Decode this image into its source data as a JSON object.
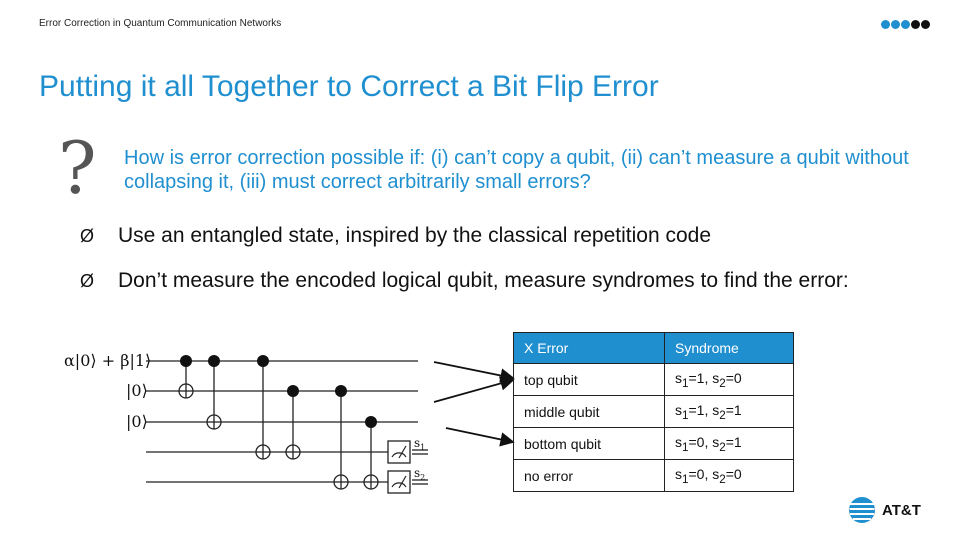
{
  "header": {
    "text": "Error Correction in Quantum Communication Networks"
  },
  "brand": {
    "dot_colors": [
      "#1f8fd0",
      "#1f8fd0",
      "#1f8fd0",
      "#111111",
      "#111111"
    ],
    "logo_text": "AT&T",
    "accent": "#1f8fd0"
  },
  "slide": {
    "title": "Putting it all Together to Correct a Bit Flip Error",
    "question_mark": "?",
    "question": "How is error correction possible if: (i) can’t copy a qubit, (ii) can’t measure a qubit without collapsing it, (iii) must correct arbitrarily small errors?",
    "bullets": [
      {
        "marker": "Ø",
        "text": "Use an entangled state, inspired by the classical repetition code"
      },
      {
        "marker": "Ø",
        "text": "Don’t measure the encoded logical qubit, measure syndromes to find the error:"
      }
    ]
  },
  "circuit": {
    "inputs": [
      "α|0⟩ + β|1⟩",
      "|0⟩",
      "|0⟩"
    ],
    "measure_labels": [
      {
        "base": "s",
        "sub": "1"
      },
      {
        "base": "s",
        "sub": "2"
      }
    ]
  },
  "table": {
    "headers": [
      "X Error",
      "Syndrome"
    ],
    "rows": [
      {
        "error": "top qubit",
        "s1": "1",
        "s2": "0"
      },
      {
        "error": "middle qubit",
        "s1": "1",
        "s2": "1"
      },
      {
        "error": "bottom qubit",
        "s1": "0",
        "s2": "1"
      },
      {
        "error": "no error",
        "s1": "0",
        "s2": "0"
      }
    ],
    "syndrome_var": "s",
    "sub1": "1",
    "sub2": "2"
  }
}
